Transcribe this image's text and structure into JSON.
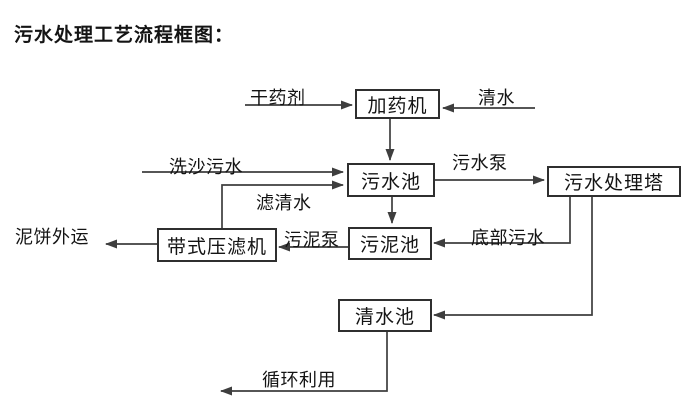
{
  "title": "污水处理工艺流程框图：",
  "nodes": {
    "dosing_machine": "加药机",
    "sewage_pool": "污水池",
    "treatment_tower": "污水处理塔",
    "belt_filter_press": "带式压滤机",
    "sludge_pool": "污泥池",
    "clean_water_pool": "清水池"
  },
  "labels": {
    "dry_agent": "干药剂",
    "clean_water": "清水",
    "sand_washing_sewage": "洗沙污水",
    "sewage_pump": "污水泵",
    "filtered_water": "滤清水",
    "mud_cake_out": "泥饼外运",
    "sludge_pump": "污泥泵",
    "bottom_sewage": "底部污水",
    "recycle_use": "循环利用"
  },
  "edges": [
    {
      "source": null,
      "target": "加药机",
      "label": "干药剂"
    },
    {
      "source": null,
      "target": "加药机",
      "label": "清水"
    },
    {
      "source": "加药机",
      "target": "污水池",
      "label": ""
    },
    {
      "source": null,
      "target": "污水池",
      "label": "洗沙污水"
    },
    {
      "source": "带式压滤机",
      "target": "污水池",
      "label": "滤清水"
    },
    {
      "source": "污水池",
      "target": "污水处理塔",
      "label": "污水泵"
    },
    {
      "source": "污水池",
      "target": "污泥池",
      "label": ""
    },
    {
      "source": "污水处理塔",
      "target": "污泥池",
      "label": "底部污水"
    },
    {
      "source": "污泥池",
      "target": "带式压滤机",
      "label": "污泥泵"
    },
    {
      "source": "带式压滤机",
      "target": null,
      "label": "泥饼外运"
    },
    {
      "source": "污水处理塔",
      "target": "清水池",
      "label": ""
    },
    {
      "source": "清水池",
      "target": null,
      "label": "循环利用"
    }
  ],
  "colors": {
    "line_color": "#3e3e3e",
    "box_border": "#2f2f2f",
    "text_color": "#141414",
    "background": "#ffffff"
  }
}
